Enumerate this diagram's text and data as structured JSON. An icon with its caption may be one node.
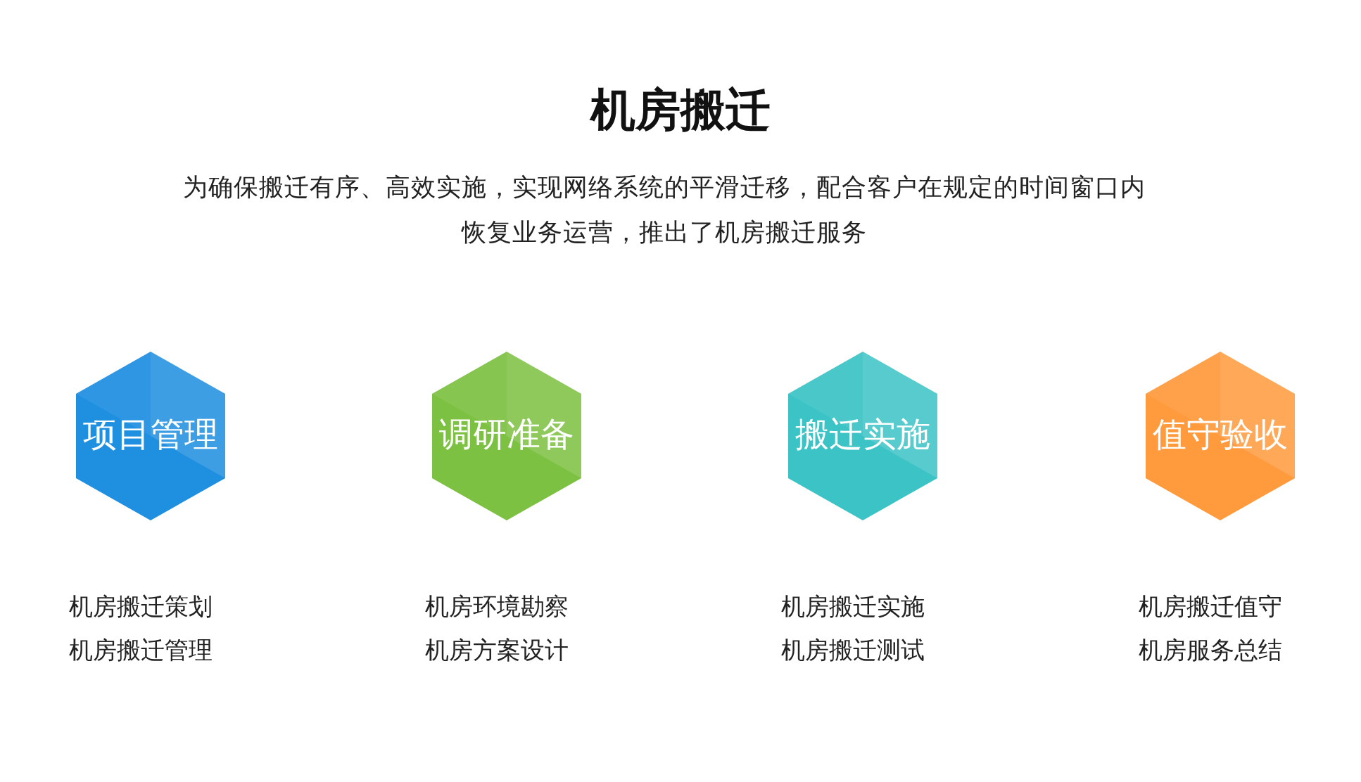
{
  "diagram": {
    "title": "机房搬迁",
    "caption": "为确保搬迁有序、高效实施，实现网络系统的平滑迁移，配合客户在规定的时间窗口内恢复业务运营，推出了机房搬迁服务",
    "nodes": [
      {
        "text": [
          "项目管理"
        ],
        "beside": [
          "机房搬迁策划",
          "机房搬迁管理"
        ]
      },
      {
        "text": [
          "调研准备"
        ],
        "beside": [
          "机房环境勘察",
          "机房方案设计"
        ]
      },
      {
        "text": [
          "搬迁实施"
        ],
        "beside": [
          "机房搬迁实施",
          "机房搬迁测试"
        ]
      },
      {
        "text": [
          "值守验收"
        ],
        "beside": [
          "机房搬迁值守",
          "机房服务总结"
        ]
      }
    ]
  }
}
